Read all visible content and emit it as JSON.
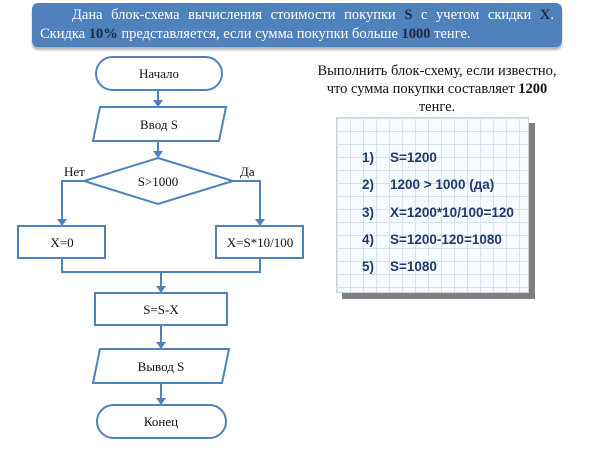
{
  "banner": {
    "line1_prefix": "Дана блок-схема вычисления стоимости покупки ",
    "var_s": "S",
    "line1_mid": " с учетом скидки ",
    "var_x": "X",
    "line1_end": ".",
    "line2_prefix": "Скидка ",
    "discount": "10%",
    "line2_mid": " представляется, если сумма покупки больше ",
    "threshold": "1000",
    "line2_end": " тенге."
  },
  "flowchart": {
    "start": "Начало",
    "input": "Ввод S",
    "condition": "S>1000",
    "no_label": "Нет",
    "yes_label": "Да",
    "no_branch": "X=0",
    "yes_branch": "X=S*10/100",
    "process": "S=S-X",
    "output": "Вывод S",
    "end": "Конец"
  },
  "task": {
    "line1": "Выполнить блок-схему, если известно,",
    "line2_prefix": "что сумма покупки составляет ",
    "amount": "1200",
    "line3": "тенге."
  },
  "solution": {
    "steps": [
      {
        "num": "1)",
        "text": "S=1200"
      },
      {
        "num": "2)",
        "text": "1200 > 1000 (да)"
      },
      {
        "num": "3)",
        "text": "X=1200*10/100=120"
      },
      {
        "num": "4)",
        "text": "S=1200-120=1080"
      },
      {
        "num": "5)",
        "text": "S=1080"
      }
    ]
  }
}
